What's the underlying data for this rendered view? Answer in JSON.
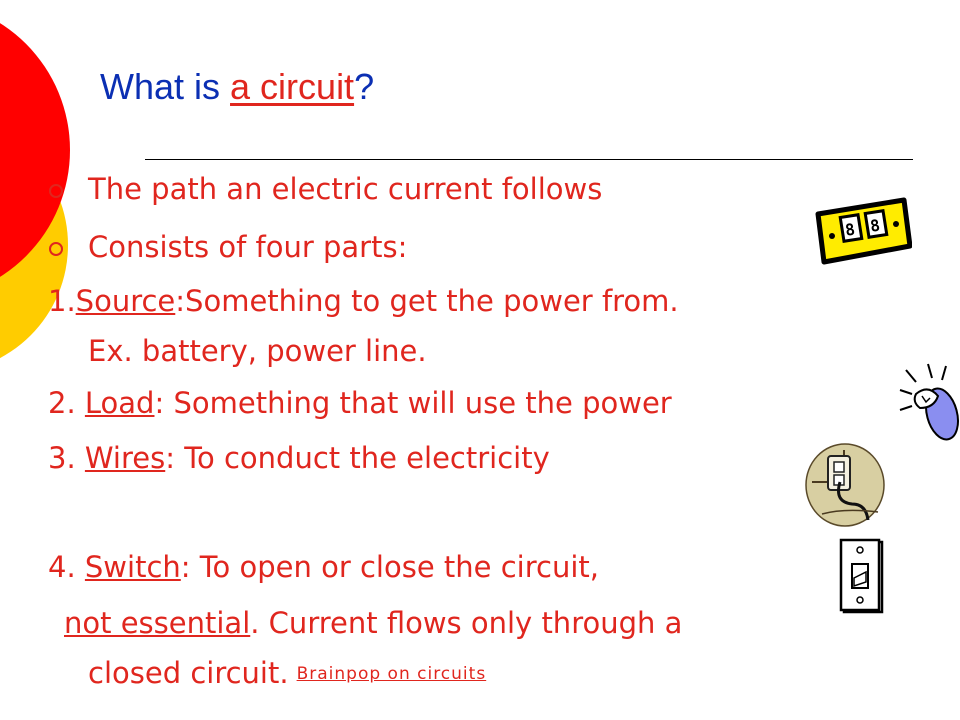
{
  "slide": {
    "title_prefix": "What is ",
    "title_link": "a circuit",
    "title_suffix": "?",
    "bullets": [
      "The path an electric current follows",
      "Consists of four parts:"
    ],
    "items": [
      {
        "num": "1.",
        "term": "Source",
        "rest": ":Something to get the power from."
      },
      {
        "num": "2. ",
        "term": "Load",
        "rest": ": Something that will use the power"
      },
      {
        "num": "3. ",
        "term": "Wires",
        "rest": ": To conduct the electricity"
      },
      {
        "num": "4. ",
        "term": "Switch",
        "rest": ": To open or close the circuit,"
      }
    ],
    "item1_cont": "Ex. battery, power line.",
    "note_underlined": "not essential",
    "note_rest": ". Current flows only through a",
    "note_line2": "closed circuit.",
    "brainpop_link": "Brainpop on circuits"
  },
  "colors": {
    "title": "#0b2fb3",
    "text": "#e0261e",
    "red": "#ff0000",
    "yellow": "#ffcc00"
  },
  "icons": [
    "battery-icon",
    "light-bulb-icon",
    "outlet-plug-icon",
    "light-switch-icon"
  ]
}
